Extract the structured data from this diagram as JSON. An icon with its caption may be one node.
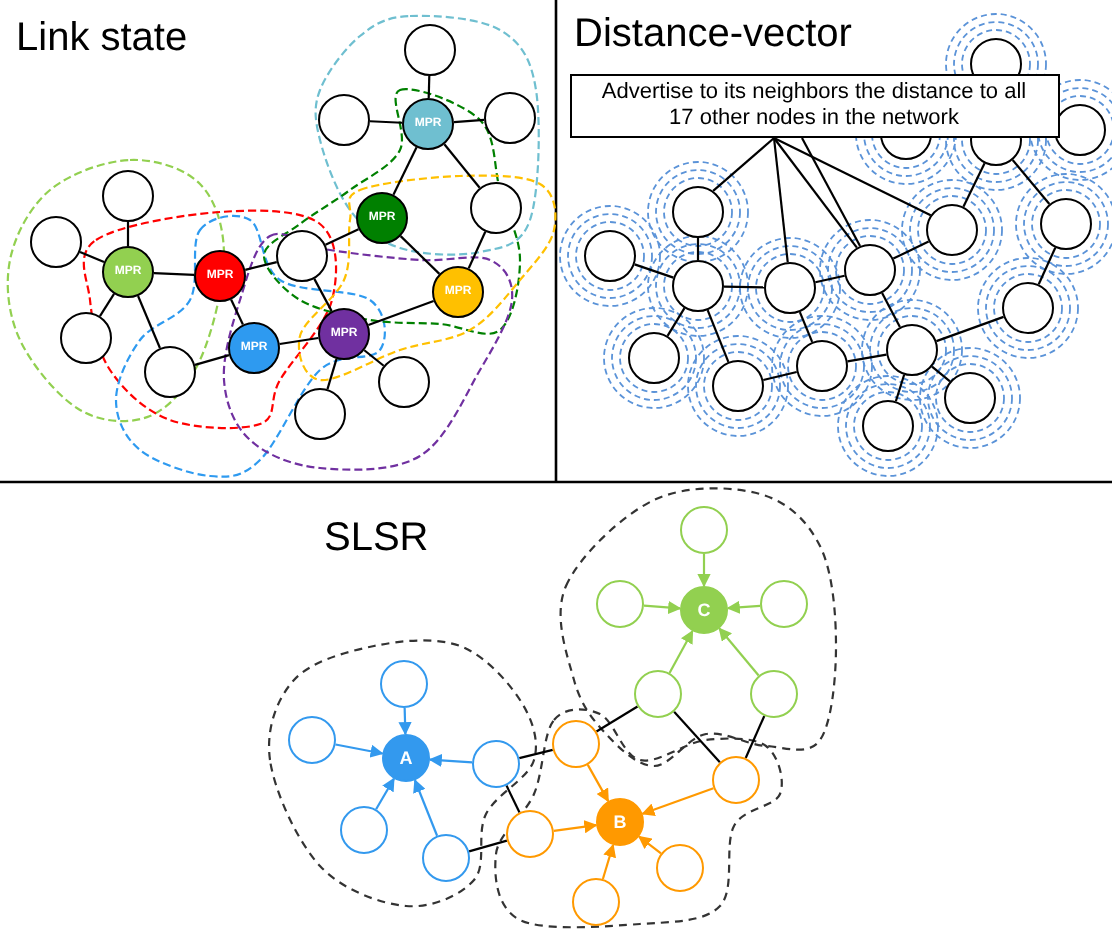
{
  "diagram": {
    "nodes": [
      {
        "text": [],
        "shape": "circle"
      },
      {
        "text": [],
        "shape": "circle"
      },
      {
        "text": [
          "MPR"
        ]
      },
      {
        "text": [],
        "shape": "circle"
      },
      {
        "text": [
          "MPR"
        ]
      },
      {
        "text": [],
        "shape": "circle"
      },
      {
        "text": [],
        "shape": "circle"
      },
      {
        "text": [],
        "shape": "circle"
      },
      {
        "text": [
          "MPR"
        ]
      },
      {
        "text": [
          "MPR"
        ]
      },
      {
        "text": [],
        "shape": "circle"
      },
      {
        "text": [
          "MPR"
        ]
      },
      {
        "text": [],
        "shape": "circle"
      },
      {
        "text": [],
        "shape": "circle"
      },
      {
        "text": [
          "MPR"
        ]
      },
      {
        "text": [
          "MPR"
        ]
      },
      {
        "text": [],
        "shape": "circle"
      },
      {
        "text": [],
        "shape": "circle"
      },
      {
        "text": [
          "Advertise to its neighbors the distance to all 17 other nodes in the network"
        ]
      },
      {
        "text": [],
        "shape": "circle"
      },
      {
        "text": [],
        "shape": "circle"
      },
      {
        "text": [],
        "shape": "circle"
      },
      {
        "text": [],
        "shape": "circle"
      },
      {
        "text": [],
        "shape": "circle"
      },
      {
        "text": [],
        "shape": "circle"
      },
      {
        "text": [],
        "shape": "circle"
      },
      {
        "text": [],
        "shape": "circle"
      },
      {
        "text": [],
        "shape": "circle"
      },
      {
        "text": [],
        "shape": "circle"
      },
      {
        "text": [],
        "shape": "circle"
      },
      {
        "text": [],
        "shape": "circle"
      },
      {
        "text": [],
        "shape": "circle"
      },
      {
        "text": [],
        "shape": "circle"
      },
      {
        "text": [],
        "shape": "circle"
      },
      {
        "text": [],
        "shape": "circle"
      },
      {
        "text": [],
        "shape": "circle"
      },
      {
        "text": [],
        "shape": "circle"
      },
      {
        "text": [],
        "shape": "circle"
      },
      {
        "text": [],
        "shape": "circle"
      },
      {
        "text": [
          "C"
        ]
      },
      {
        "text": [],
        "shape": "circle"
      },
      {
        "text": [],
        "shape": "circle"
      },
      {
        "text": [],
        "shape": "circle"
      },
      {
        "text": [],
        "shape": "circle"
      },
      {
        "text": [],
        "shape": "circle"
      },
      {
        "text": [
          "A"
        ]
      },
      {
        "text": [],
        "shape": "circle"
      },
      {
        "text": [],
        "shape": "circle"
      },
      {
        "text": [],
        "shape": "circle"
      },
      {
        "text": [],
        "shape": "circle"
      },
      {
        "text": [],
        "shape": "circle"
      },
      {
        "text": [],
        "shape": "circle"
      },
      {
        "text": [
          "B"
        ]
      },
      {
        "text": [],
        "shape": "circle"
      },
      {
        "text": [],
        "shape": "circle"
      }
    ],
    "edges": [
      {
        "from": 0,
        "to": 2,
        "arrow": "none"
      },
      {
        "from": 1,
        "to": 2,
        "arrow": "none"
      },
      {
        "from": 2,
        "to": 3,
        "arrow": "none"
      },
      {
        "from": 2,
        "to": 4,
        "arrow": "none"
      },
      {
        "from": 2,
        "to": 5,
        "arrow": "none"
      },
      {
        "from": 4,
        "to": 10,
        "arrow": "none"
      },
      {
        "from": 4,
        "to": 11,
        "arrow": "none"
      },
      {
        "from": 5,
        "to": 11,
        "arrow": "none"
      },
      {
        "from": 6,
        "to": 8,
        "arrow": "none"
      },
      {
        "from": 7,
        "to": 8,
        "arrow": "none"
      },
      {
        "from": 8,
        "to": 9,
        "arrow": "none"
      },
      {
        "from": 8,
        "to": 12,
        "arrow": "none"
      },
      {
        "from": 8,
        "to": 13,
        "arrow": "none"
      },
      {
        "from": 9,
        "to": 10,
        "arrow": "none"
      },
      {
        "from": 9,
        "to": 14,
        "arrow": "none"
      },
      {
        "from": 13,
        "to": 14,
        "arrow": "none"
      },
      {
        "from": 14,
        "to": 15,
        "arrow": "none"
      },
      {
        "from": 10,
        "to": 15,
        "arrow": "none"
      },
      {
        "from": 15,
        "to": 11,
        "arrow": "none"
      },
      {
        "from": 15,
        "to": 16,
        "arrow": "none"
      },
      {
        "from": 15,
        "to": 17,
        "arrow": "none"
      },
      {
        "from": 18,
        "to": 23,
        "arrow": "none"
      },
      {
        "from": 18,
        "to": 28,
        "arrow": "none"
      },
      {
        "from": 18,
        "to": 29,
        "arrow": "none"
      },
      {
        "from": 18,
        "to": 29,
        "arrow": "none"
      },
      {
        "from": 18,
        "to": 24,
        "arrow": "none"
      },
      {
        "from": 21,
        "to": 24,
        "arrow": "none"
      },
      {
        "from": 21,
        "to": 25,
        "arrow": "none"
      },
      {
        "from": 25,
        "to": 30,
        "arrow": "none"
      },
      {
        "from": 23,
        "to": 27,
        "arrow": "none"
      },
      {
        "from": 26,
        "to": 27,
        "arrow": "none"
      },
      {
        "from": 27,
        "to": 28,
        "arrow": "none"
      },
      {
        "from": 27,
        "to": 31,
        "arrow": "none"
      },
      {
        "from": 27,
        "to": 32,
        "arrow": "none"
      },
      {
        "from": 28,
        "to": 29,
        "arrow": "none"
      },
      {
        "from": 29,
        "to": 24,
        "arrow": "none"
      },
      {
        "from": 28,
        "to": 33,
        "arrow": "none"
      },
      {
        "from": 32,
        "to": 33,
        "arrow": "none"
      },
      {
        "from": 33,
        "to": 34,
        "arrow": "none"
      },
      {
        "from": 29,
        "to": 34,
        "arrow": "none"
      },
      {
        "from": 34,
        "to": 30,
        "arrow": "none"
      },
      {
        "from": 34,
        "to": 35,
        "arrow": "none"
      },
      {
        "from": 34,
        "to": 36,
        "arrow": "none"
      },
      {
        "from": 37,
        "to": 39,
        "arrow": "to",
        "color": "#92d050"
      },
      {
        "from": 38,
        "to": 39,
        "arrow": "to",
        "color": "#92d050"
      },
      {
        "from": 40,
        "to": 39,
        "arrow": "to",
        "color": "#92d050"
      },
      {
        "from": 41,
        "to": 39,
        "arrow": "to",
        "color": "#92d050"
      },
      {
        "from": 42,
        "to": 39,
        "arrow": "to",
        "color": "#92d050"
      },
      {
        "from": 43,
        "to": 45,
        "arrow": "to",
        "color": "#3399ee"
      },
      {
        "from": 44,
        "to": 45,
        "arrow": "to",
        "color": "#3399ee"
      },
      {
        "from": 46,
        "to": 45,
        "arrow": "to",
        "color": "#3399ee"
      },
      {
        "from": 47,
        "to": 45,
        "arrow": "to",
        "color": "#3399ee"
      },
      {
        "from": 48,
        "to": 45,
        "arrow": "to",
        "color": "#3399ee"
      },
      {
        "from": 49,
        "to": 52,
        "arrow": "to",
        "color": "#ff9900"
      },
      {
        "from": 50,
        "to": 52,
        "arrow": "to",
        "color": "#ff9900"
      },
      {
        "from": 51,
        "to": 52,
        "arrow": "to",
        "color": "#ff9900"
      },
      {
        "from": 53,
        "to": 52,
        "arrow": "to",
        "color": "#ff9900"
      },
      {
        "from": 54,
        "to": 52,
        "arrow": "to",
        "color": "#ff9900"
      },
      {
        "from": 46,
        "to": 49,
        "arrow": "none"
      },
      {
        "from": 46,
        "to": 51,
        "arrow": "none"
      },
      {
        "from": 48,
        "to": 51,
        "arrow": "none"
      },
      {
        "from": 49,
        "to": 41,
        "arrow": "none"
      },
      {
        "from": 41,
        "to": 50,
        "arrow": "none"
      },
      {
        "from": 42,
        "to": 50,
        "arrow": "none"
      }
    ],
    "labels": [
      "Link state",
      "Distance-vector",
      "SLSR"
    ]
  }
}
